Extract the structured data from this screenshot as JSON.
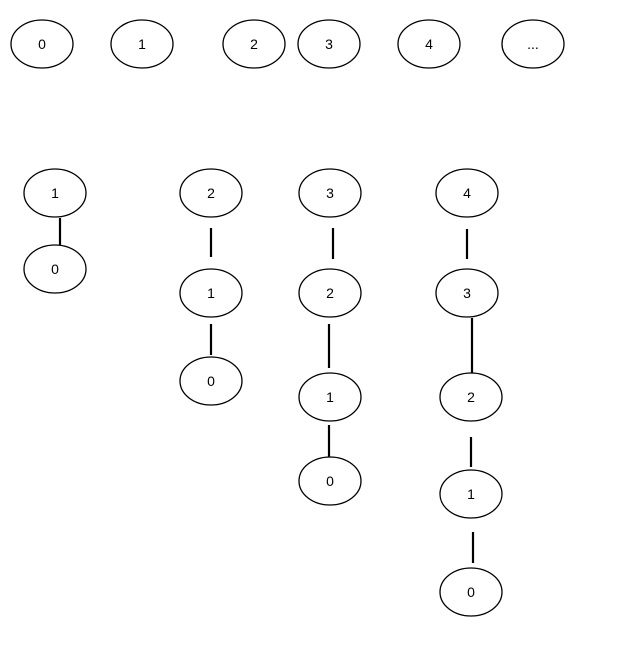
{
  "top_row": [
    "0",
    "1",
    "2",
    "3",
    "4",
    "..."
  ],
  "chains": [
    [
      "1",
      "0"
    ],
    [
      "2",
      "1",
      "0"
    ],
    [
      "3",
      "2",
      "1",
      "0"
    ],
    [
      "4",
      "3",
      "2",
      "1",
      "0"
    ]
  ]
}
